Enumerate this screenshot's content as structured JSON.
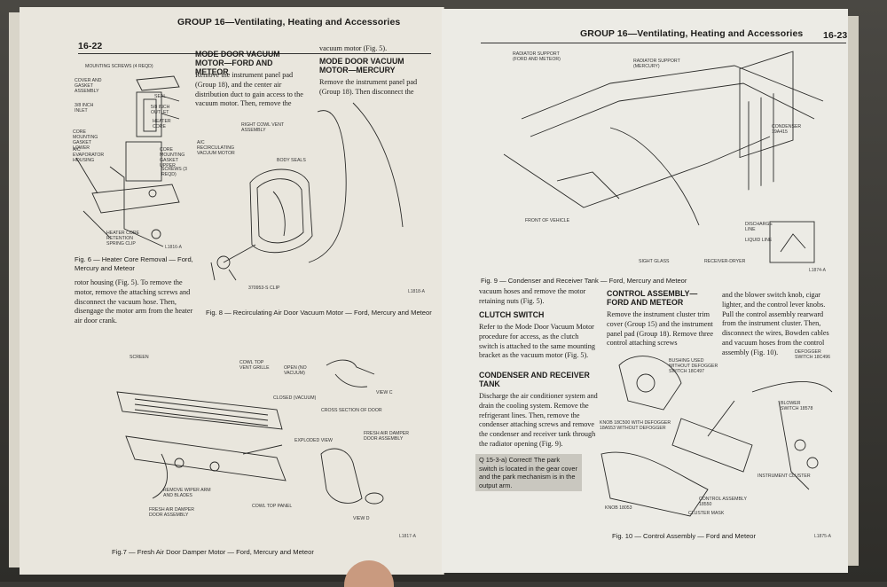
{
  "left_page": {
    "page_number": "16-22",
    "group_header": "GROUP 16—Ventilating, Heating and Accessories",
    "fig6": {
      "labels": [
        "MOUNTING SCREWS (4 REQD)",
        "COVER AND GASKET ASSEMBLY",
        "SEAL",
        "3/8 INCH INLET",
        "5/8 INCH OUTLET",
        "HEATER CORE",
        "CORE MOUNTING GASKET LOWER",
        "A/C EVAPORATOR HOUSING",
        "CORE MOUNTING GASKET UPPER",
        "SCREWS (3 REQD)",
        "HEATER CORE RETENTION SPRING CLIP"
      ],
      "code": "L1816-A",
      "caption": "Fig. 6 — Heater Core Removal — Ford, Mercury and Meteor"
    },
    "col1_text": "rotor housing (Fig. 5). To remove the motor, remove the attaching screws and disconnect the vacuum hose. Then, disengage the motor arm from the heater air door crank.",
    "sec_ford_title": "MODE DOOR VACUUM MOTOR—FORD AND METEOR",
    "sec_ford_text": "Remove the instrument panel pad (Group 18), and the center air distribution duct to gain access to the vacuum motor. Then, remove the",
    "sec_mercury_text_top": "vacuum motor (Fig. 5).",
    "sec_mercury_title": "MODE DOOR VACUUM MOTOR—MERCURY",
    "sec_mercury_text": "Remove the instrument panel pad (Group 18). Then disconnect the",
    "fig8": {
      "labels": [
        "RIGHT COWL VENT ASSEMBLY",
        "A/C RECIRCULATING VACUUM MOTOR",
        "BODY SEALS",
        "370953-S CLIP"
      ],
      "code": "L1818-A",
      "caption": "Fig. 8 — Recirculating Air Door Vacuum Motor — Ford, Mercury and Meteor"
    },
    "fig7": {
      "labels": [
        "SCREEN",
        "COWL TOP VENT GRILLE",
        "OPEN (NO VACUUM)",
        "CLOSED (VACUUM)",
        "VIEW C",
        "CROSS SECTION OF DOOR",
        "EXPLODED VIEW",
        "FRESH AIR DAMPER DOOR ASSEMBLY",
        "REMOVE WIPER ARM AND BLADES",
        "FRESH AIR DAMPER DOOR ASSEMBLY",
        "COWL TOP PANEL",
        "VIEW D"
      ],
      "code": "L1817-A",
      "caption": "Fig.7 — Fresh Air Door Damper Motor — Ford, Mercury and Meteor"
    }
  },
  "right_page": {
    "page_number": "16-23",
    "group_header": "GROUP 16—Ventilating, Heating and Accessories",
    "fig9": {
      "labels": [
        "RADIATOR SUPPORT (FORD AND METEOR)",
        "RADIATOR SUPPORT (MERCURY)",
        "CONDENSER 19A415",
        "DISCHARGE LINE",
        "FRONT OF VEHICLE",
        "LIQUID LINE",
        "SIGHT GLASS",
        "RECEIVER-DRYER"
      ],
      "code": "L1874-A",
      "caption": "Fig. 9 — Condenser and Receiver Tank — Ford, Mercury and Meteor"
    },
    "col1_text_top": "vacuum hoses and remove the motor retaining nuts (Fig. 5).",
    "clutch_title": "CLUTCH SWITCH",
    "clutch_text": "Refer to the Mode Door Vacuum Motor procedure for access, as the clutch switch is attached to the same mounting bracket as the vacuum motor (Fig. 5).",
    "condenser_title": "CONDENSER AND RECEIVER TANK",
    "condenser_text": "Discharge the air conditioner system and drain the cooling system. Remove the refrigerant lines. Then, remove the condenser attaching screws and remove the condenser and receiver tank through the radiator opening (Fig. 9).",
    "quiz_text": "Q 15-3-a) Correct! The park switch is located in the gear cover and the park mechanism is in the output arm.",
    "control_title": "CONTROL ASSEMBLY—FORD AND METEOR",
    "control_text": "Remove the instrument cluster trim cover (Group 15) and the instrument panel pad (Group 18). Remove three control attaching screws",
    "col3_text": "and the blower switch knob, cigar lighter, and the control lever knobs. Pull the control assembly rearward from the instrument cluster. Then, disconnect the wires, Bowden cables and vacuum hoses from the control assembly (Fig. 10).",
    "fig10": {
      "labels": [
        "DEFOGGER SWITCH 18C496",
        "BUSHING USED WITHOUT DEFOGGER SWITCH 18C497",
        "KNOB 18C500 WITH DEFOGGER 18A553 WITHOUT DEFOGGER",
        "BLOWER SWITCH 18578",
        "INSTRUMENT CLUSTER",
        "CONTROL ASSEMBLY 18550",
        "CLUSTER MASK",
        "KNOB 18053"
      ],
      "code": "L1875-A",
      "caption": "Fig. 10 — Control Assembly — Ford and Meteor"
    }
  }
}
